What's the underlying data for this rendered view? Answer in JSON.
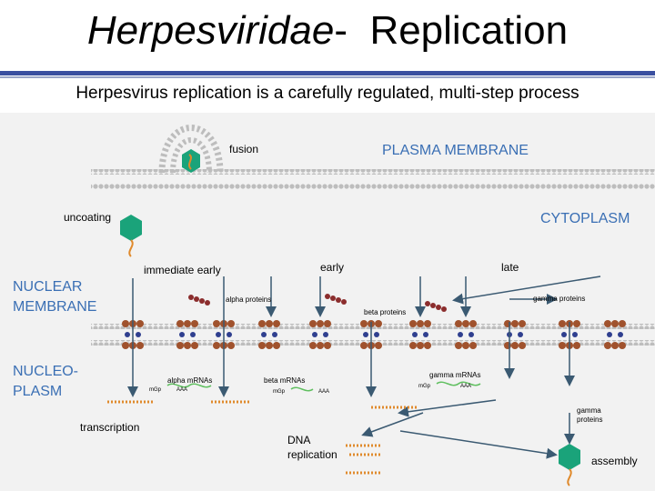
{
  "slide": {
    "title_italic": "Herpesviridae",
    "title_dash": "-",
    "title_rest": "Replication",
    "subtitle": "Herpesvirus replication is a carefully regulated, multi-step process"
  },
  "diagram": {
    "labels": {
      "fusion": "fusion",
      "plasma_membrane": "PLASMA MEMBRANE",
      "uncoating": "uncoating",
      "cytoplasm": "CYTOPLASM",
      "nuclear_1": "NUCLEAR",
      "nuclear_2": "MEMBRANE",
      "nucleoplasm_1": "NUCLEO-",
      "nucleoplasm_2": "PLASM",
      "immediate_early": "immediate early",
      "early": "early",
      "late": "late",
      "alpha_proteins": "alpha proteins",
      "beta_proteins": "beta proteins",
      "gamma_proteins": "gamma proteins",
      "alpha_mrnas": "alpha mRNAs",
      "beta_mrnas": "beta mRNAs",
      "gamma_mrnas": "gamma mRNAs",
      "mgp": "mGp",
      "aaa": "AAA",
      "transcription": "transcription",
      "dna_1": "DNA",
      "dna_2": "replication",
      "gamma_proteins_2a": "gamma",
      "gamma_proteins_2b": "proteins",
      "assembly": "assembly"
    },
    "colors": {
      "label_blue": "#3a6fb4",
      "membrane_dot": "#bdbdbd",
      "pore": "#a0522d",
      "capsid": "#1aa37a",
      "mrna": "#5fbf5f",
      "dna": "#e08a2c",
      "arrow": "#3b5a72",
      "background": "#f2f2f2"
    }
  }
}
